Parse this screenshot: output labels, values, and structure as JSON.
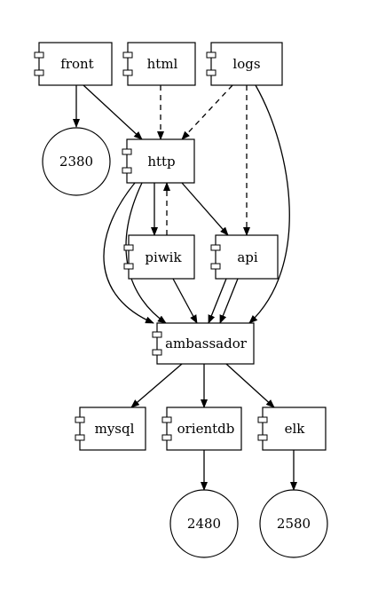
{
  "diagram": {
    "nodes": {
      "front": {
        "label": "front",
        "shape": "component"
      },
      "html": {
        "label": "html",
        "shape": "component"
      },
      "logs": {
        "label": "logs",
        "shape": "component"
      },
      "port2380": {
        "label": "2380",
        "shape": "circle"
      },
      "http": {
        "label": "http",
        "shape": "component"
      },
      "piwik": {
        "label": "piwik",
        "shape": "component"
      },
      "api": {
        "label": "api",
        "shape": "component"
      },
      "ambassador": {
        "label": "ambassador",
        "shape": "component"
      },
      "mysql": {
        "label": "mysql",
        "shape": "component"
      },
      "orientdb": {
        "label": "orientdb",
        "shape": "component"
      },
      "elk": {
        "label": "elk",
        "shape": "component"
      },
      "port2480": {
        "label": "2480",
        "shape": "circle"
      },
      "port2580": {
        "label": "2580",
        "shape": "circle"
      }
    },
    "edges": [
      {
        "from": "front",
        "to": "port2380",
        "style": "solid"
      },
      {
        "from": "front",
        "to": "http",
        "style": "solid"
      },
      {
        "from": "html",
        "to": "http",
        "style": "dashed"
      },
      {
        "from": "logs",
        "to": "http",
        "style": "dashed"
      },
      {
        "from": "logs",
        "to": "api",
        "style": "dashed"
      },
      {
        "from": "logs",
        "to": "ambassador",
        "style": "solid"
      },
      {
        "from": "http",
        "to": "piwik",
        "style": "solid"
      },
      {
        "from": "piwik",
        "to": "http",
        "style": "dashed"
      },
      {
        "from": "http",
        "to": "api",
        "style": "solid"
      },
      {
        "from": "http",
        "to": "ambassador",
        "style": "solid"
      },
      {
        "from": "http",
        "to": "ambassador",
        "style": "solid"
      },
      {
        "from": "piwik",
        "to": "ambassador",
        "style": "solid"
      },
      {
        "from": "api",
        "to": "ambassador",
        "style": "solid"
      },
      {
        "from": "api",
        "to": "ambassador",
        "style": "solid"
      },
      {
        "from": "ambassador",
        "to": "mysql",
        "style": "solid"
      },
      {
        "from": "ambassador",
        "to": "orientdb",
        "style": "solid"
      },
      {
        "from": "ambassador",
        "to": "elk",
        "style": "solid"
      },
      {
        "from": "orientdb",
        "to": "port2480",
        "style": "solid"
      },
      {
        "from": "elk",
        "to": "port2580",
        "style": "solid"
      }
    ]
  },
  "colors": {
    "stroke": "#000000",
    "fill": "#ffffff",
    "background": "#ffffff"
  }
}
